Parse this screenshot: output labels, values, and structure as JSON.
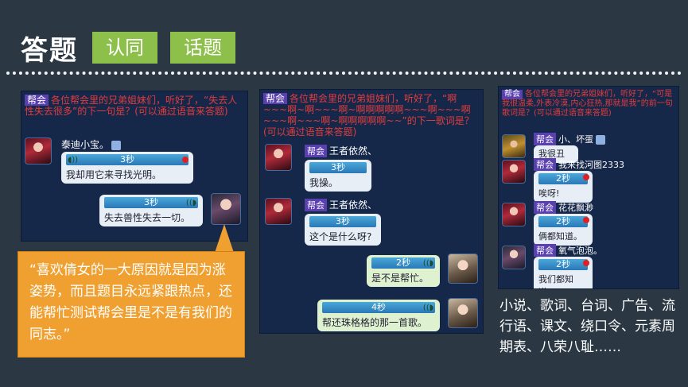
{
  "header": {
    "title": "答题",
    "tags": [
      "认同",
      "话题"
    ]
  },
  "panel1": {
    "system_tag": "帮会",
    "system_text": "各位帮会里的兄弟姐妹们，听好了，“失去人性失去很多”的下一句是？(可以通过语音来答题)",
    "msg1": {
      "name": "泰迪小宝。",
      "voice": "3秒",
      "text": "我却用它来寻找光明。"
    },
    "msg2": {
      "voice": "3秒",
      "text": "失去兽性失去一切。"
    }
  },
  "panel2": {
    "system_tag": "帮会",
    "system_text": "各位帮会里的兄弟姐妹们，听好了，“啊~~~啊~啊~~~啊~啊啊啊啊啊~~~啊~~~啊~~~啊~~~啊~啊啊啊啊啊~~”的下一歌词是？(可以通过语音来答题)",
    "msg1": {
      "tag": "帮会",
      "name": "王者依然、",
      "voice": "3秒",
      "text": "我操。"
    },
    "msg2": {
      "tag": "帮会",
      "name": "王者依然、",
      "voice": "3秒",
      "text": "这个是什么呀?"
    },
    "msg3": {
      "voice": "2秒",
      "text": "是不是帮忙。"
    },
    "msg4": {
      "voice": "4秒",
      "text": "帮还珠格格的那一首歌。"
    }
  },
  "panel3": {
    "system_tag": "帮会",
    "system_text": "各位帮会里的兄弟姐妹们，听好了，“可是我很温柔,外表冷漠,内心狂热,那就是我”的前一句歌词是？(可以通过语音来答题)",
    "msg1": {
      "tag": "帮会",
      "name": "小、坏蛋",
      "text": "我很丑"
    },
    "msg2": {
      "tag": "帮会",
      "name": "我来找河图2333",
      "voice": "2秒",
      "text": "唉呀!"
    },
    "msg3": {
      "tag": "帮会",
      "name": "花花飘渺",
      "voice": "2秒",
      "text": "俩都知道。"
    },
    "msg4": {
      "tag": "帮会",
      "name": "氧气泡泡。",
      "voice": "2秒",
      "text": "我们都知道。"
    }
  },
  "quote": "“喜欢倩女的一大原因就是因为涨姿势，而且题目永远紧跟热点，还能帮忙测试帮会里是不是有我们的同志。”",
  "caption": "小说、歌词、台词、广告、流行语、课文、绕口令、元素周期表、八荣八耻……"
}
